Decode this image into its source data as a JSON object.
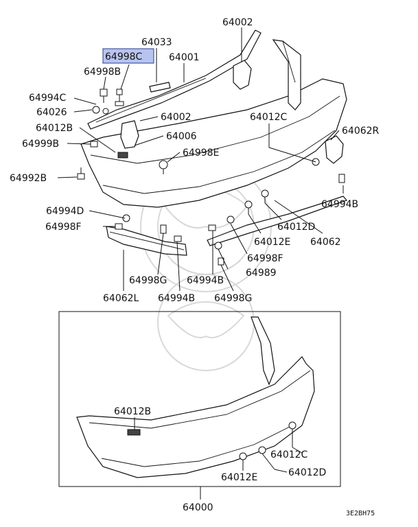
{
  "diagram": {
    "highlighted_part": "64998C",
    "drawing_code": "3E2BH75",
    "labels": [
      {
        "id": "64002_top",
        "text": "64002"
      },
      {
        "id": "64033",
        "text": "64033"
      },
      {
        "id": "64998C",
        "text": "64998C"
      },
      {
        "id": "64001",
        "text": "64001"
      },
      {
        "id": "64998B",
        "text": "64998B"
      },
      {
        "id": "64994C",
        "text": "64994C"
      },
      {
        "id": "64026",
        "text": "64026"
      },
      {
        "id": "64002_mid",
        "text": "64002"
      },
      {
        "id": "64012B_top",
        "text": "64012B"
      },
      {
        "id": "64006",
        "text": "64006"
      },
      {
        "id": "64999B",
        "text": "64999B"
      },
      {
        "id": "64998E",
        "text": "64998E"
      },
      {
        "id": "64012C_top",
        "text": "64012C"
      },
      {
        "id": "64062R",
        "text": "64062R"
      },
      {
        "id": "64992B",
        "text": "64992B"
      },
      {
        "id": "64994B_right",
        "text": "64994B"
      },
      {
        "id": "64994D",
        "text": "64994D"
      },
      {
        "id": "64998F_left",
        "text": "64998F"
      },
      {
        "id": "64012D_top",
        "text": "64012D"
      },
      {
        "id": "64012E_top",
        "text": "64012E"
      },
      {
        "id": "64062",
        "text": "64062"
      },
      {
        "id": "64998F_right",
        "text": "64998F"
      },
      {
        "id": "64989",
        "text": "64989"
      },
      {
        "id": "64998G_left",
        "text": "64998G"
      },
      {
        "id": "64062L",
        "text": "64062L"
      },
      {
        "id": "64994B_low1",
        "text": "64994B"
      },
      {
        "id": "64994B_low2",
        "text": "64994B"
      },
      {
        "id": "64998G_right",
        "text": "64998G"
      },
      {
        "id": "64012B_inset",
        "text": "64012B"
      },
      {
        "id": "64012C_inset",
        "text": "64012C"
      },
      {
        "id": "64012D_inset",
        "text": "64012D"
      },
      {
        "id": "64012E_inset",
        "text": "64012E"
      },
      {
        "id": "64000",
        "text": "64000"
      }
    ]
  }
}
